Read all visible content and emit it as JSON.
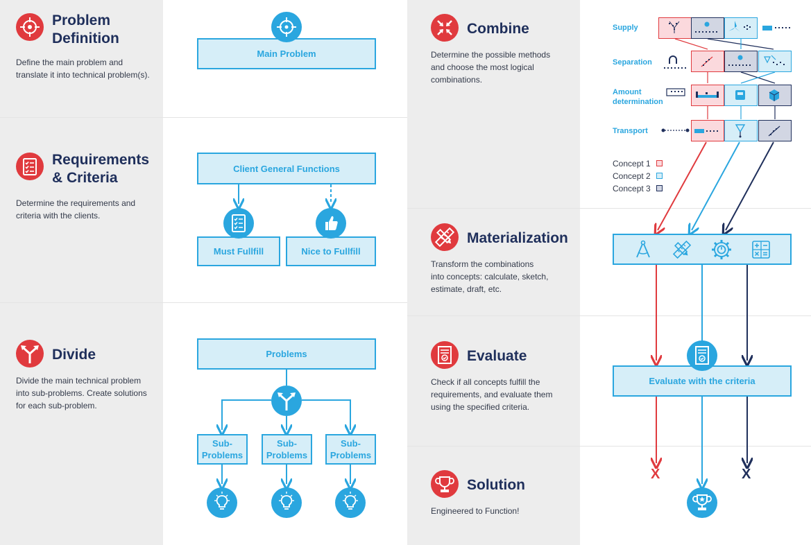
{
  "steps": {
    "problem": {
      "title_line1": "Problem",
      "title_line2": "Definition",
      "description_line1": "Define the main problem and",
      "description_line2": "translate it into technical problem(s).",
      "icon": "target-icon"
    },
    "requirements": {
      "title_line1": "Requirements",
      "title_line2": "& Criteria",
      "description_line1": "Determine the requirements and",
      "description_line2": "criteria with the clients.",
      "icon": "checklist-icon"
    },
    "divide": {
      "title": "Divide",
      "description_line1": "Divide the main technical problem",
      "description_line2": "into sub-problems. Create solutions",
      "description_line3": "for each sub-problem.",
      "icon": "split-arrows-icon"
    },
    "combine": {
      "title": "Combine",
      "description_line1": "Determine the possible methods",
      "description_line2": "and choose the most logical",
      "description_line3": "combinations.",
      "icon": "merge-arrows-icon"
    },
    "materialization": {
      "title": "Materialization",
      "description_line1": "Transform the combinations",
      "description_line2": "into concepts: calculate, sketch,",
      "description_line3": "estimate, draft, etc.",
      "icon": "pencil-ruler-icon"
    },
    "evaluate": {
      "title": "Evaluate",
      "description_line1": "Check if all concepts fulfill the",
      "description_line2": "requirements, and evaluate them",
      "description_line3": "using the specified criteria.",
      "icon": "document-check-icon"
    },
    "solution": {
      "title": "Solution",
      "description": "Engineered to Function!",
      "icon": "trophy-icon"
    }
  },
  "diagram": {
    "main_problem": "Main Problem",
    "client_functions": "Client General Functions",
    "must_fulfill": "Must Fullfill",
    "nice_to_fulfill": "Nice to Fullfill",
    "problems": "Problems",
    "sub_problems_line1": "Sub-",
    "sub_problems_line2": "Problems",
    "evaluate_box": "Evaluate with the criteria"
  },
  "matrix": {
    "rows": [
      {
        "line1": "Supply",
        "line2": ""
      },
      {
        "line1": "Separation",
        "line2": ""
      },
      {
        "line1": "Amount",
        "line2": "determination"
      },
      {
        "line1": "Transport",
        "line2": ""
      }
    ]
  },
  "legend": [
    {
      "label": "Concept 1",
      "color": "#e03a3e"
    },
    {
      "label": "Concept 2",
      "color": "#2aa6df"
    },
    {
      "label": "Concept 3",
      "color": "#1f2f5b"
    }
  ],
  "outcomes": {
    "concept1": "X",
    "concept3": "X"
  },
  "colors": {
    "red": "#e03a3e",
    "blue": "#2aa6df",
    "navy": "#1f2f5b",
    "panel": "#ededed"
  }
}
